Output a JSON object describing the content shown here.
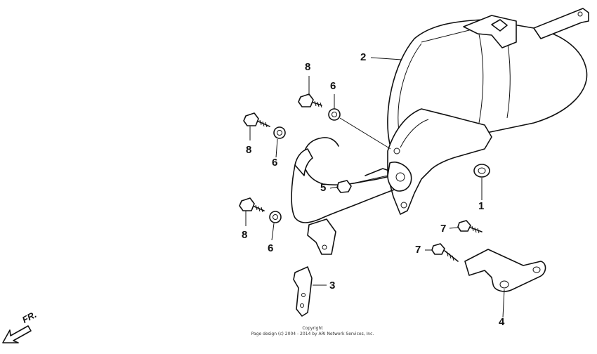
{
  "diagram": {
    "callouts": {
      "muffler": "2",
      "bolt_top": "8",
      "washer_top": "6",
      "bolt_left": "8",
      "washer_left": "6",
      "bolt_lower": "8",
      "washer_lower": "6",
      "nut": "5",
      "gasket": "1",
      "bolt_right_a": "7",
      "bolt_right_b": "7",
      "bracket_left": "3",
      "bracket_right": "4"
    },
    "direction_label": "FR.",
    "copyright_line1": "Copyright",
    "copyright_line2": "Page design (c) 2004 - 2014 by ARI Network Services, Inc."
  }
}
